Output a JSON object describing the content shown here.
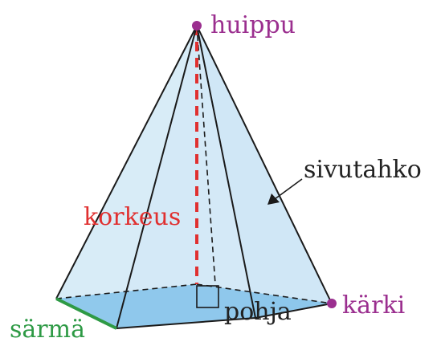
{
  "labels": {
    "apex": "huippu",
    "face": "sivutahko",
    "height": "korkeus",
    "base": "pohja",
    "vertex": "kärki",
    "edge": "särmä"
  },
  "colors": {
    "apex_label": "#9b2f8f",
    "vertex_label": "#9b2f8f",
    "height_label": "#e03030",
    "edge_label": "#2e9a45",
    "text": "#222222",
    "face_fill": "#cfe6f5",
    "base_fill": "#84c3ea",
    "stroke": "#1a1a1a"
  }
}
